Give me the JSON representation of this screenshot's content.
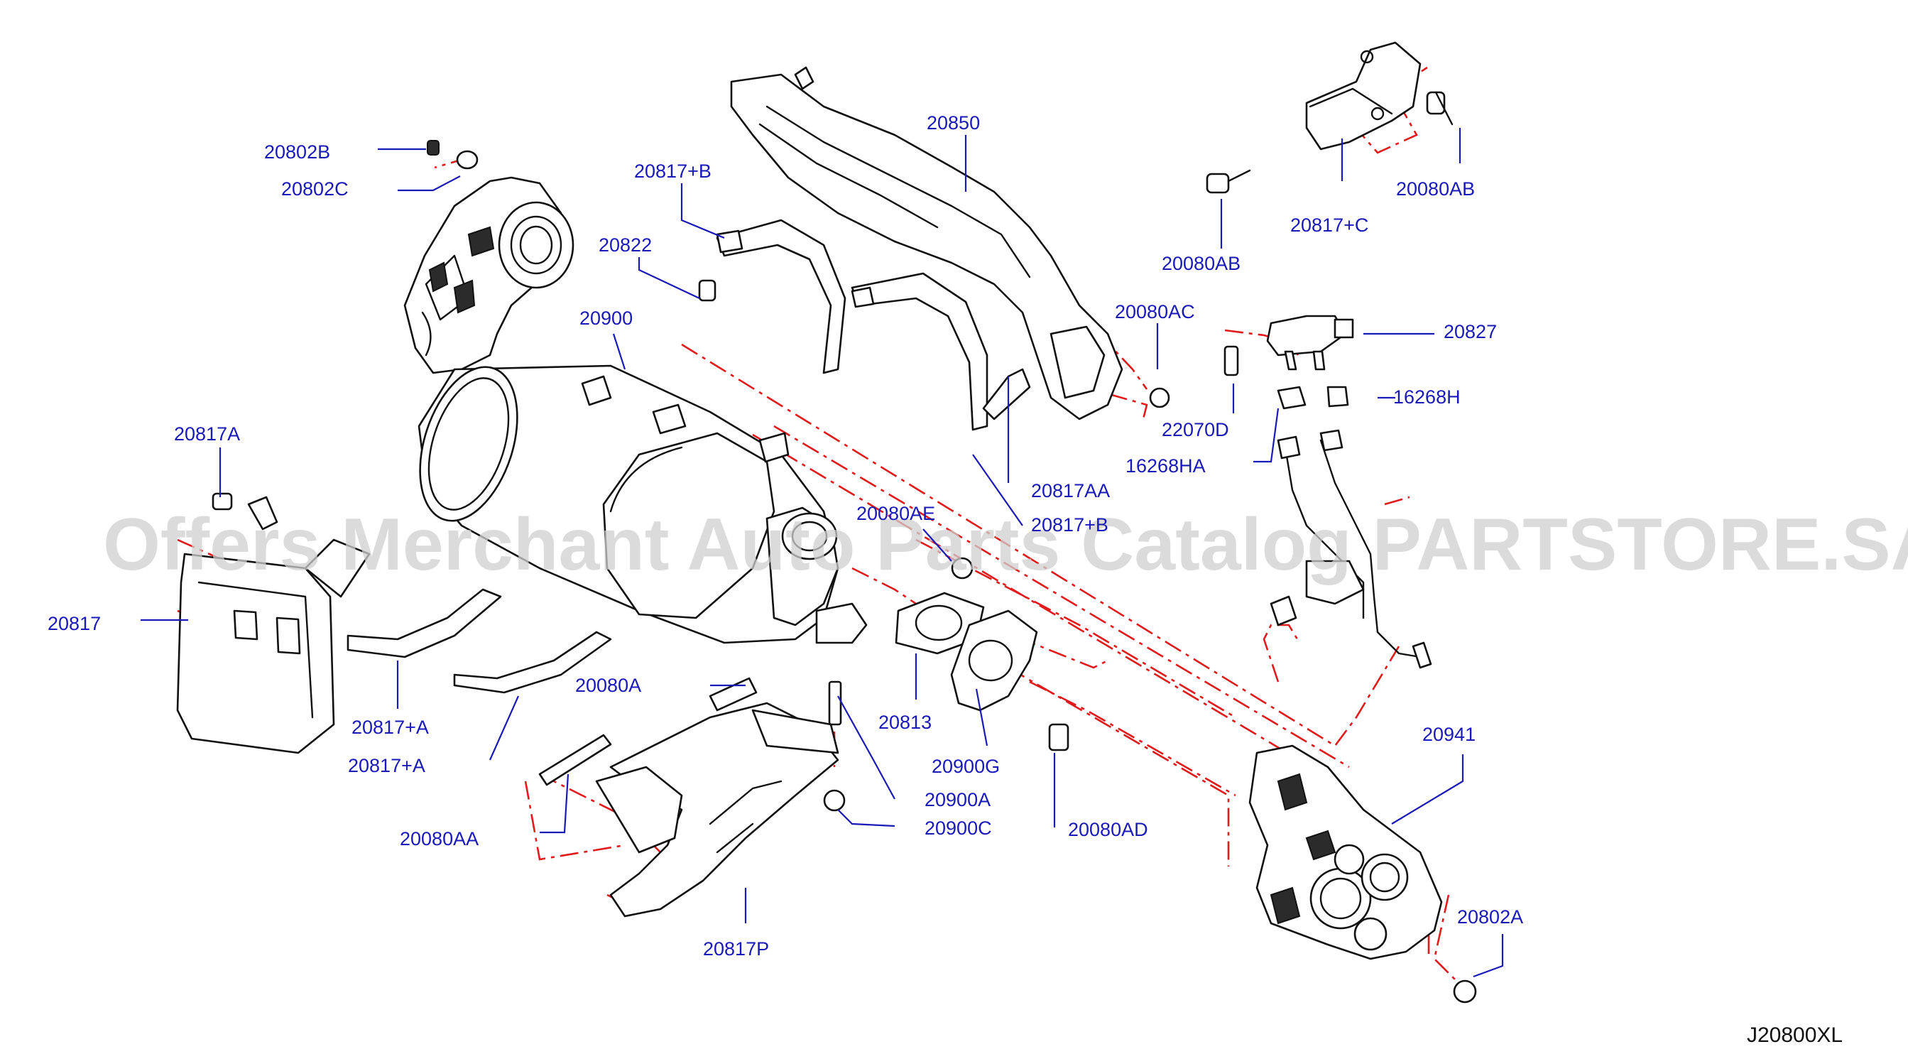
{
  "watermark": "Offers Merchant Auto Parts Catalog PARTSTORE.SA",
  "diagram_code": "J20800XL",
  "colors": {
    "label": "#1a1ab8",
    "dash_line": "#e01b1b",
    "outline": "#111111"
  },
  "labels": {
    "l_20802B": "20802B",
    "l_20802C": "20802C",
    "l_20817_B1": "20817+B",
    "l_20822": "20822",
    "l_20900": "20900",
    "l_20850": "20850",
    "l_20080AB_1": "20080AB",
    "l_20080AB_2": "20080AB",
    "l_20817_C": "20817+C",
    "l_20080AC": "20080AC",
    "l_20827": "20827",
    "l_16268H": "16268H",
    "l_22070D": "22070D",
    "l_16268HA": "16268HA",
    "l_20817A": "20817A",
    "l_20817AA": "20817AA",
    "l_20817_B2": "20817+B",
    "l_20080AE": "20080AE",
    "l_20817": "20817",
    "l_20817_A1": "20817+A",
    "l_20817_A2": "20817+A",
    "l_20080A": "20080A",
    "l_20813": "20813",
    "l_20900G": "20900G",
    "l_20900A": "20900A",
    "l_20900C": "20900C",
    "l_20080AD": "20080AD",
    "l_20080AA": "20080AA",
    "l_20817P": "20817P",
    "l_20941": "20941",
    "l_20802A": "20802A"
  }
}
